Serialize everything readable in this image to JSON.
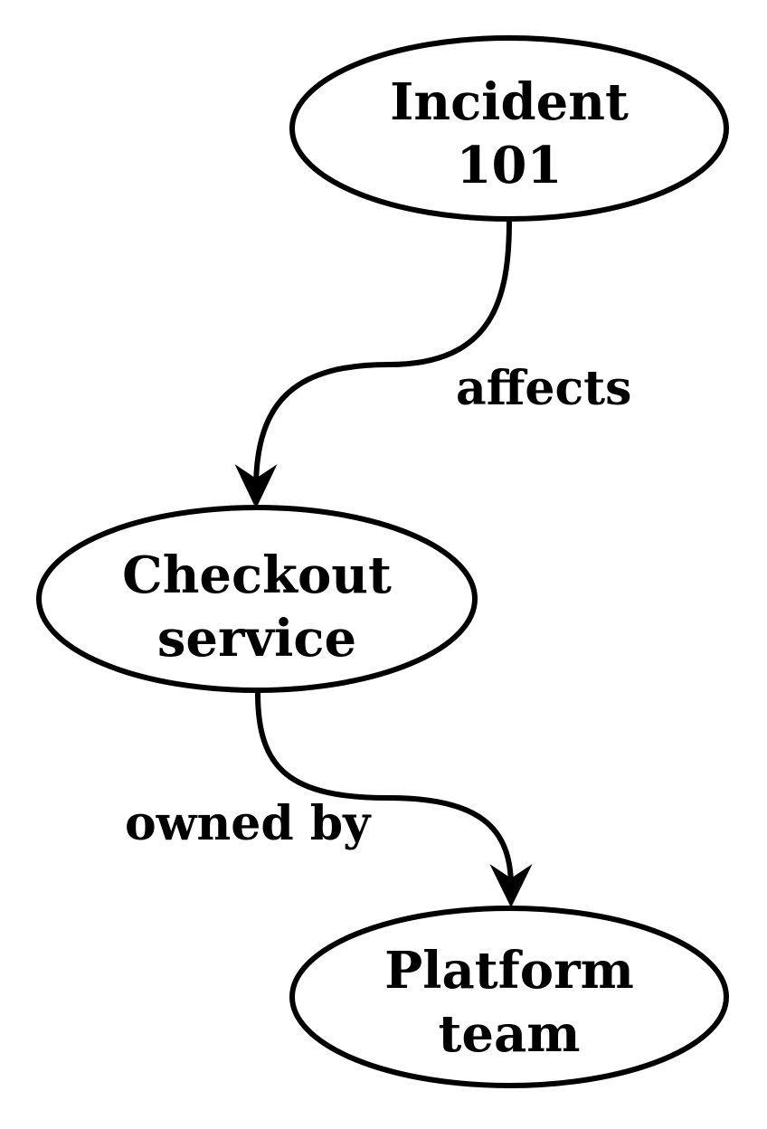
{
  "diagram": {
    "colors": {
      "stroke": "#000000",
      "fill": "#ffffff",
      "text": "#000000"
    },
    "nodes": {
      "incident": {
        "line1": "Incident",
        "line2": "101"
      },
      "checkout": {
        "line1": "Checkout",
        "line2": "service"
      },
      "platform": {
        "line1": "Platform",
        "line2": "team"
      }
    },
    "edges": {
      "affects": {
        "label": "affects"
      },
      "owned_by": {
        "label": "owned by"
      }
    }
  }
}
